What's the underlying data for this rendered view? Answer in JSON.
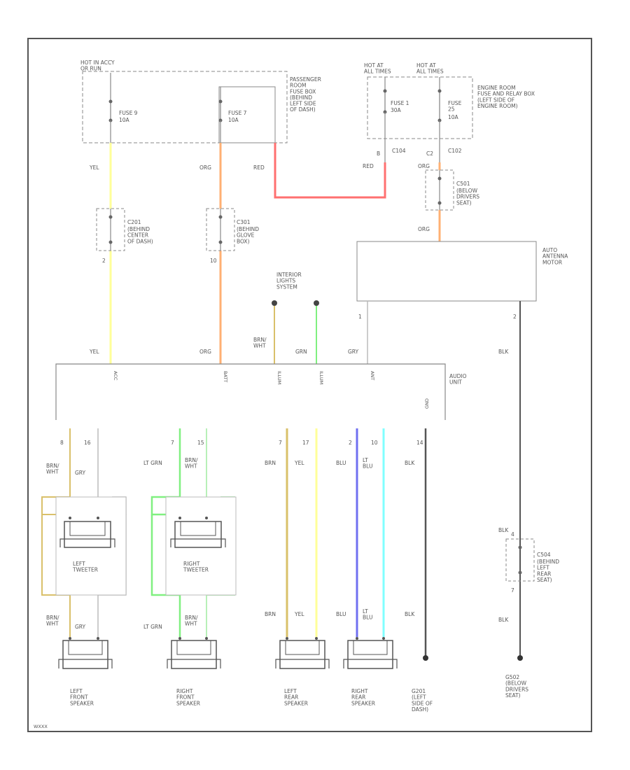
{
  "colors": {
    "frame": "#555555",
    "yellow": "#ffff99",
    "orange": "#ffb073",
    "red": "#ff7070",
    "tan": "#d9c06a",
    "green": "#80f080",
    "blue": "#6f6ff0",
    "cyan": "#80ffff",
    "gray": "#bbbbbb",
    "dark": "#555555"
  },
  "labels": {
    "hot_run_acc": "HOT IN ACCY\nOR RUN",
    "fuse9_name": "FUSE 9",
    "fuse9_rating": "10A",
    "fuse7_name": "FUSE 7",
    "fuse7_rating": "10A",
    "pass_fuse_box": "PASSENGER\nROOM\nFUSE BOX\n(BEHIND\nLEFT SIDE\nOF DASH)",
    "hot_at_all_1": "HOT AT\nALL TIMES",
    "hot_at_all_2": "HOT AT\nALL TIMES",
    "fuse1_name": "FUSE 1",
    "fuse1_rating": "30A",
    "fuse25_name": "FUSE\n25",
    "fuse25_rating": "10A",
    "engine_fuse_box": "ENGINE ROOM\nFUSE AND RELAY BOX\n(LEFT SIDE OF\nENGINE ROOM)",
    "c104": "C104",
    "c102": "C102",
    "pin_b": "B",
    "pin_c2": "C2",
    "wire_yel": "YEL",
    "wire_org": "ORG",
    "wire_red": "RED",
    "wire_red2": "RED",
    "wire_org2": "ORG",
    "wire_org3": "ORG",
    "c201_a": "C201",
    "c201_a_desc": "(BEHIND\nCENTER\nOF DASH)",
    "c301": "C301",
    "c301_desc": "(BEHIND\nGLOVE\nBOX)",
    "c501": "C501",
    "c501_desc": "(BELOW\nDRIVERS\nSEAT)",
    "pin_2": "2",
    "pin_10": "10",
    "auto_antenna": "AUTO\nANTENNA\nMOTOR",
    "interior_lights": "INTERIOR\nLIGHTS\nSYSTEM",
    "wire_brn_wht": "BRN/\nWHT",
    "wire_grn": "GRN",
    "wire_gry": "GRY",
    "wire_yel2": "YEL",
    "wire_org4": "ORG",
    "ant_pin_1": "1",
    "ant_pin_2": "2",
    "wire_blk_ant": "BLK",
    "audio_unit": "AUDIO\nUNIT",
    "term_acc": "ACC",
    "term_batt": "BATT",
    "term_illum_plus": "ILLUM",
    "term_illum_minus": "ILLUM",
    "term_ant": "ANT",
    "term_gnd": "GND",
    "lf_pins": [
      "8",
      "16"
    ],
    "rf_pins": [
      "7",
      "15"
    ],
    "lr_pins": [
      "7",
      "17"
    ],
    "rr_pins": [
      "2",
      "10"
    ],
    "gnd_pin": "14",
    "wire_brn_wht_lt": "BRN/\nWHT",
    "wire_gry_lt": "GRY",
    "wire_lt_grn_rt": "LT GRN",
    "wire_brn_wht_rt": "BRN/\nWHT",
    "wire_brn_lr": "BRN",
    "wire_yel_lr": "YEL",
    "wire_blu_rr": "BLU",
    "wire_lt_blu_rr": "LT\nBLU",
    "wire_blk_gnd": "BLK",
    "left_tweeter": "LEFT\nTWEETER",
    "right_tweeter": "RIGHT\nTWEETER",
    "wire_brn_wht_lf": "BRN/\nWHT",
    "wire_gry_lf": "GRY",
    "wire_lt_grn_rf": "LT GRN",
    "wire_brn_wht_rf": "BRN/\nWHT",
    "wire_brn_lr2": "BRN",
    "wire_yel_lr2": "YEL",
    "wire_blu_rr2": "BLU",
    "wire_lt_blu_rr2": "LT\nBLU",
    "wire_blk_gnd2": "BLK",
    "left_front_spk": "LEFT\nFRONT\nSPEAKER",
    "right_front_spk": "RIGHT\nFRONT\nSPEAKER",
    "left_rear_spk": "LEFT\nREAR\nSPEAKER",
    "right_rear_spk": "RIGHT\nREAR\nSPEAKER",
    "g201": "G201\n(LEFT\nSIDE OF\nDASH)",
    "c504": "C504",
    "c504_desc": "(BEHIND\nLEFT\nREAR\nSEAT)",
    "c504_pin_top": "4",
    "c504_pin_bot": "7",
    "wire_blk_ant2": "BLK",
    "wire_blk_ant3": "BLK",
    "g502": "G502\n(BELOW\nDRIVERS\nSEAT)",
    "footer_code": "WXXX"
  }
}
